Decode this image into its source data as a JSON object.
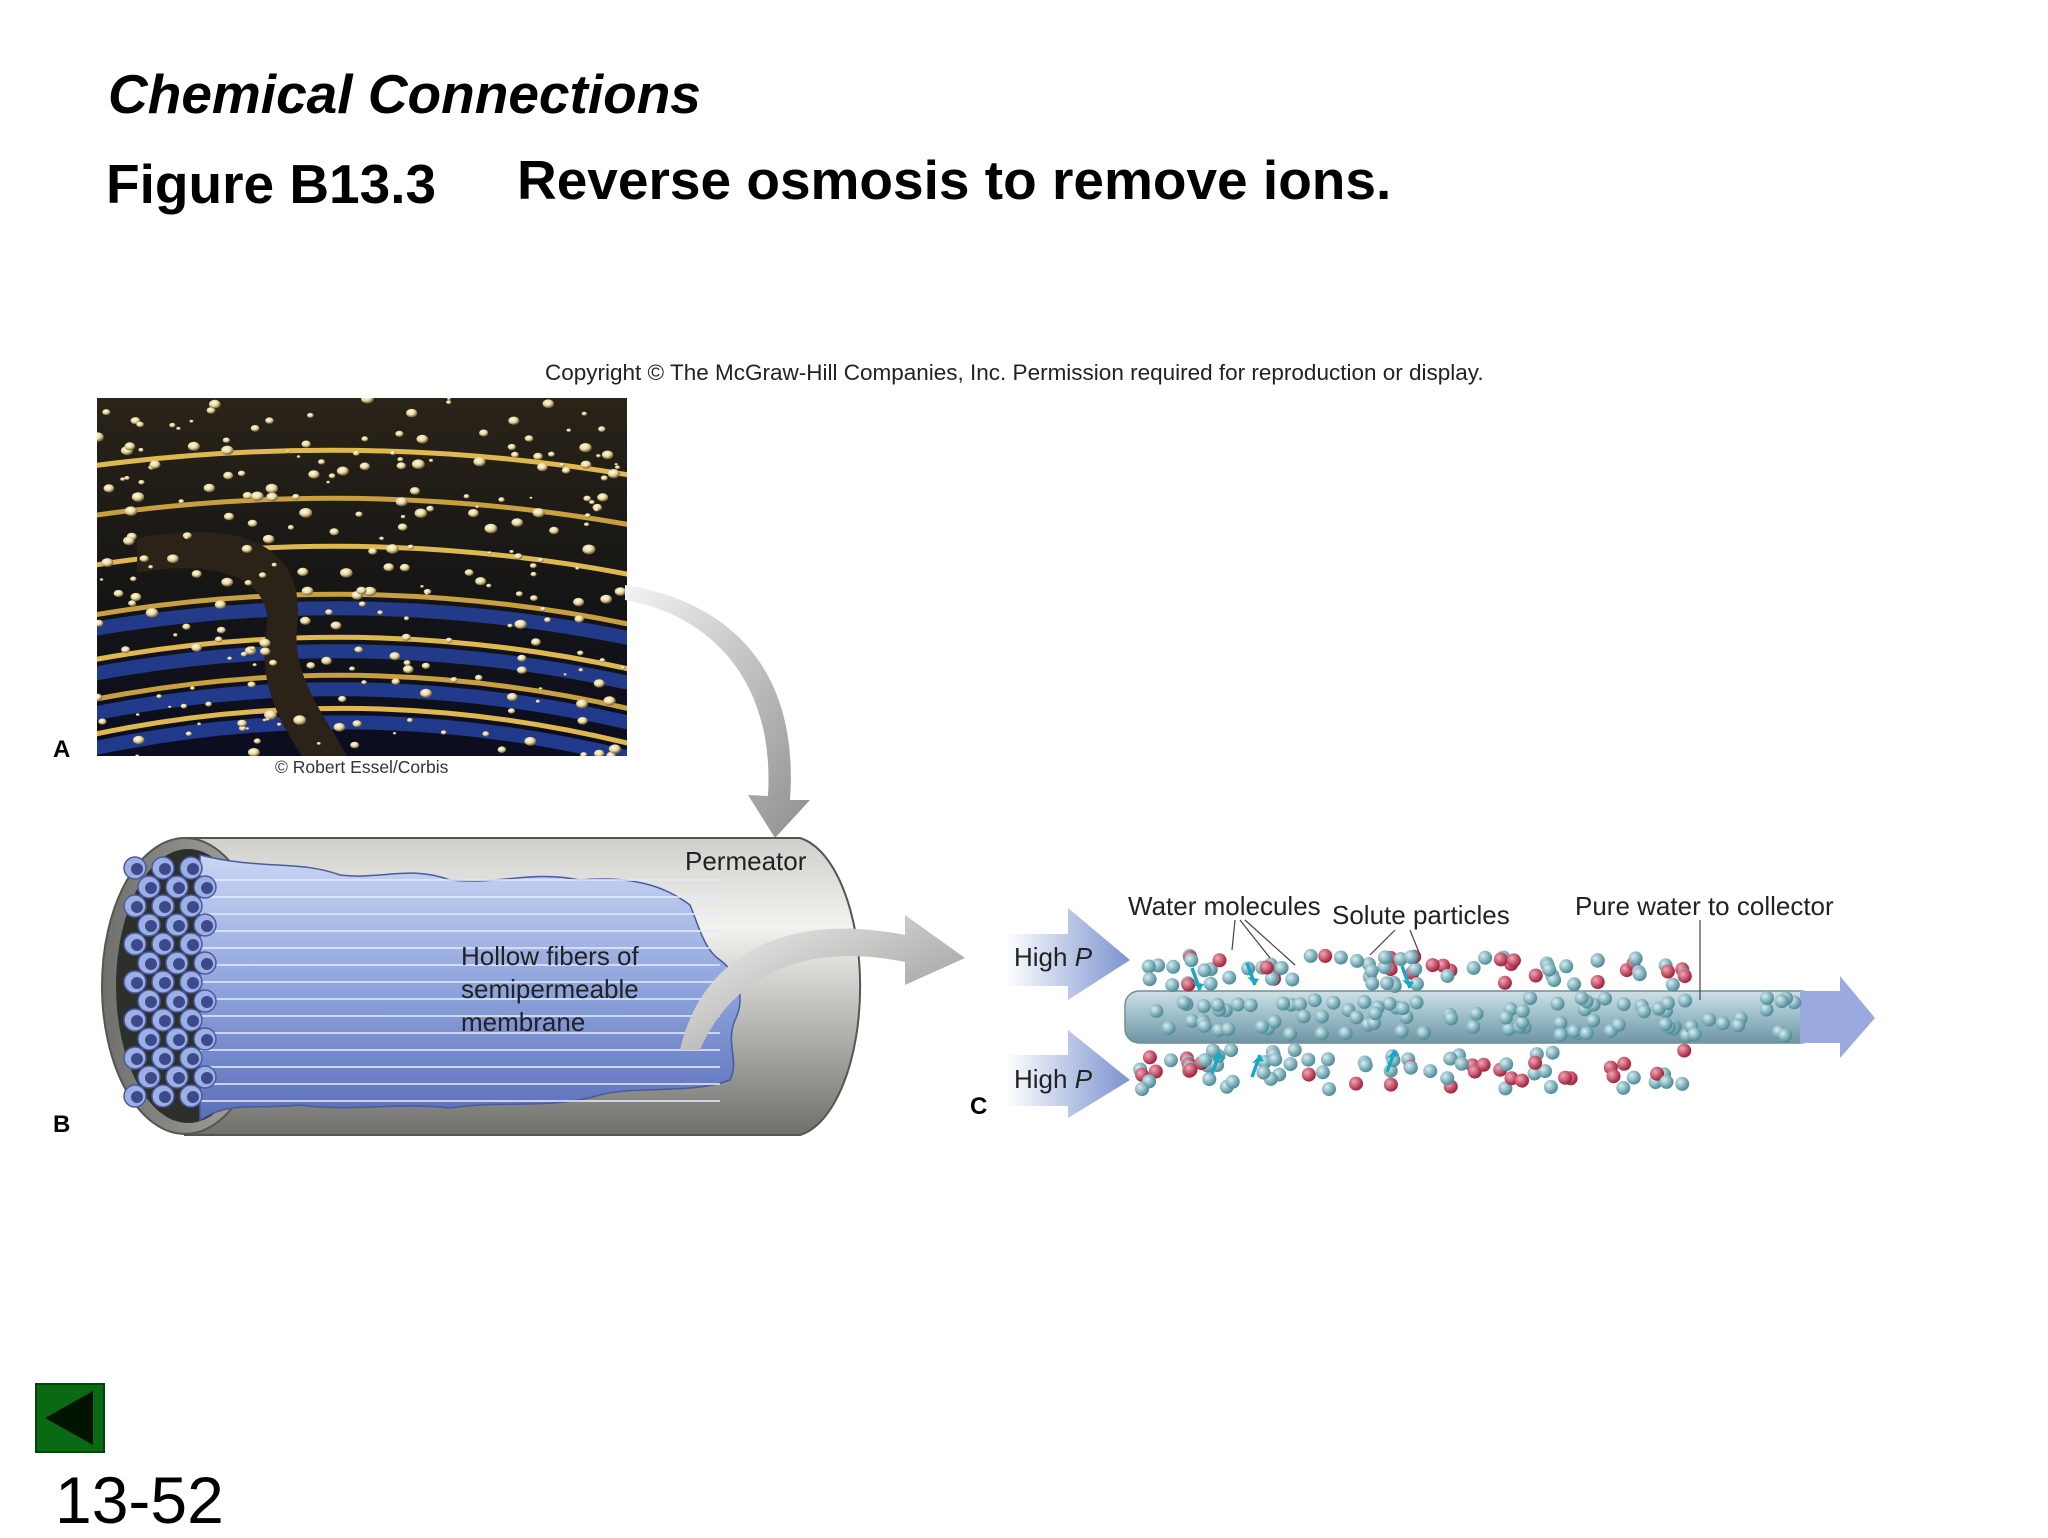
{
  "slide": {
    "section_title": "Chemical Connections",
    "figure_number": "Figure B13.3",
    "figure_caption": "Reverse osmosis to remove ions.",
    "copyright": "Copyright © The McGraw-Hill Companies, Inc. Permission required for reproduction or display.",
    "slide_number": "13-52"
  },
  "panel_a": {
    "letter": "A",
    "photo_credit": "© Robert Essel/Corbis"
  },
  "panel_b": {
    "letter": "B",
    "permeator_label": "Permeator",
    "fiber_label_lines": [
      "Hollow fibers of",
      "semipermeable",
      "membrane"
    ]
  },
  "panel_c": {
    "letter": "C",
    "water_molecules_label": "Water molecules",
    "solute_particles_label": "Solute particles",
    "pure_water_label": "Pure water to collector",
    "high_pressure_label": "High",
    "pressure_symbol": "P"
  },
  "colors": {
    "water_molecule": "#6fa9b3",
    "solute_particle": "#c93a55",
    "fiber_blue": "#8ea4dc",
    "cylinder_gray": "#9a9c98",
    "nav_green": "#0a6a14"
  },
  "icons": {
    "back": "back-arrow-icon"
  }
}
